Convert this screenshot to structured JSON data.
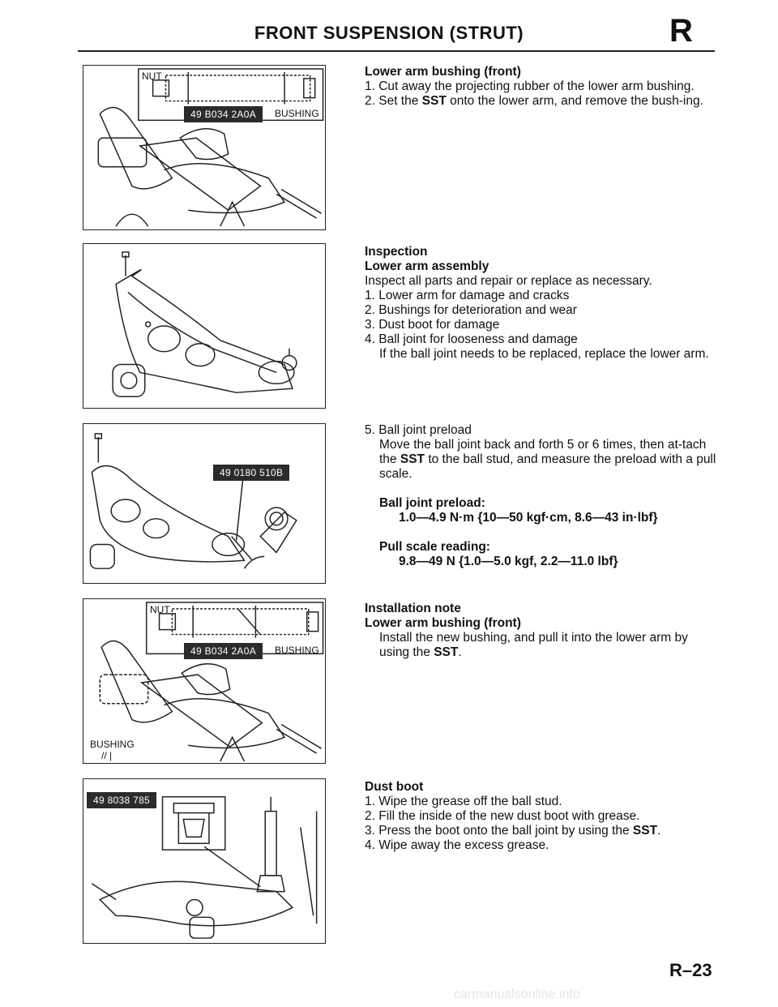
{
  "header": {
    "title": "FRONT SUSPENSION (STRUT)",
    "section_letter": "R"
  },
  "figures": {
    "fig1": {
      "tool": "49 B034 2A0A",
      "nut": "NUT",
      "bushing": "BUSHING"
    },
    "fig3": {
      "tool": "49 0180 510B"
    },
    "fig4": {
      "tool": "49 B034 2A0A",
      "nut": "NUT",
      "bushing": "BUSHING",
      "bushing2": "BUSHING",
      "mark": "// |"
    },
    "fig5": {
      "tool": "49 8038 785"
    }
  },
  "sections": {
    "lower_arm_bushing_removal": {
      "heading": "Lower arm bushing (front)",
      "step1": "1. Cut away the projecting rubber of the lower arm bushing.",
      "step2_pre": "2. Set the ",
      "step2_sst": "SST",
      "step2_post": " onto the lower arm, and remove the bush-ing."
    },
    "inspection": {
      "heading": "Inspection",
      "subheading": "Lower arm assembly",
      "intro": "Inspect all parts and repair or replace as necessary.",
      "item1": "1. Lower arm for damage and cracks",
      "item2": "2. Bushings for deterioration and wear",
      "item3": "3. Dust boot for damage",
      "item4": "4. Ball joint for looseness and damage",
      "item4_note": "If the ball joint needs to be replaced, replace the lower arm."
    },
    "ball_joint_preload": {
      "item5": "5. Ball joint preload",
      "desc_pre": "Move the ball joint back and forth 5 or 6 times, then at-tach the ",
      "desc_sst": "SST",
      "desc_post": " to the ball stud, and measure the preload with a pull scale.",
      "preload_label": "Ball joint preload:",
      "preload_value": "1.0—4.9 N·m {10—50 kgf·cm, 8.6—43 in·lbf}",
      "scale_label": "Pull scale reading:",
      "scale_value": "9.8—49 N {1.0—5.0 kgf, 2.2—11.0 lbf}"
    },
    "installation": {
      "heading": "Installation note",
      "subheading": "Lower arm bushing (front)",
      "desc_pre": "Install the new bushing, and pull it into the lower arm by using the ",
      "desc_sst": "SST",
      "desc_post": "."
    },
    "dust_boot": {
      "heading": "Dust boot",
      "item1": "1. Wipe the grease off the ball stud.",
      "item2": "2. Fill the inside of the new dust boot with grease.",
      "item3_pre": "3. Press the boot onto the ball joint by using the ",
      "item3_sst": "SST",
      "item3_post": ".",
      "item4": "4. Wipe away the excess grease."
    }
  },
  "footer": {
    "page_number": "R–23",
    "watermark": "carmanualsonline.info"
  }
}
